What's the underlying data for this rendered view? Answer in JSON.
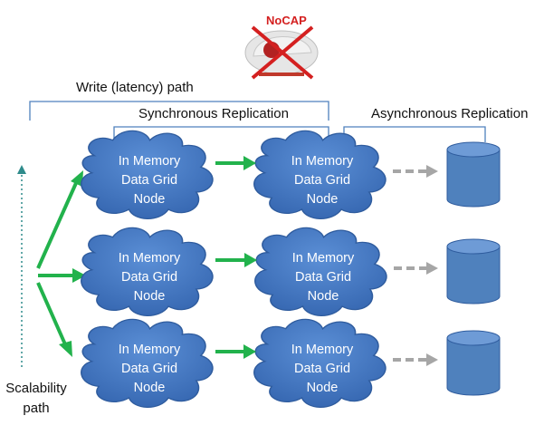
{
  "logo": {
    "text": "NoCAP"
  },
  "labels": {
    "write_path": "Write (latency) path",
    "sync_replication": "Synchronous Replication",
    "async_replication": "Asynchronous Replication",
    "scalability_path": [
      "Scalability",
      "path"
    ]
  },
  "node": {
    "lines": [
      "In Memory",
      "Data Grid",
      "Node"
    ]
  },
  "rows": [
    {
      "primary": "In Memory Data Grid Node",
      "replica": "In Memory Data Grid Node",
      "store": "database"
    },
    {
      "primary": "In Memory Data Grid Node",
      "replica": "In Memory Data Grid Node",
      "store": "database"
    },
    {
      "primary": "In Memory Data Grid Node",
      "replica": "In Memory Data Grid Node",
      "store": "database"
    }
  ],
  "colors": {
    "node_fill": "#3f74c0",
    "node_stroke": "#2f5c9e",
    "sync_arrow": "#22b24c",
    "async_arrow": "#a6a6a6",
    "bracket": "#4f81bd",
    "scalability_arrow": "#2e8b8b",
    "database_fill": "#4f81bd",
    "logo_cross": "#d42020"
  }
}
